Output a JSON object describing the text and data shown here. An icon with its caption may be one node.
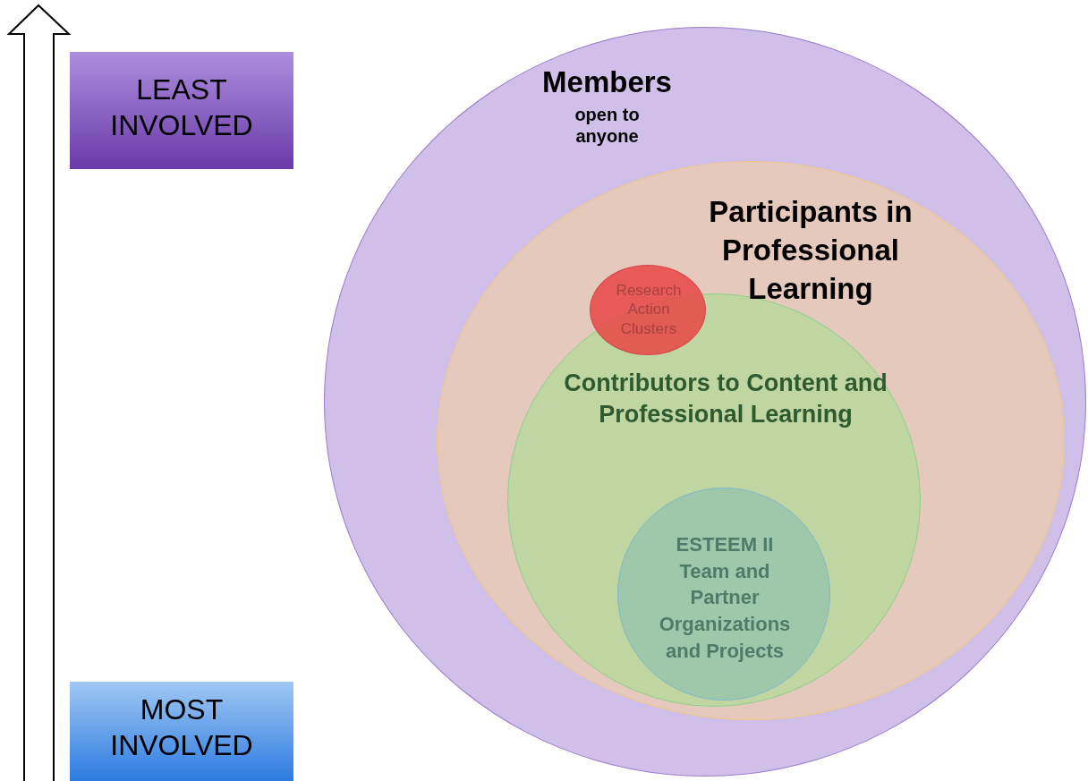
{
  "diagram": {
    "nodes": [
      {
        "text": [
          "Members",
          "open to anyone"
        ]
      },
      {
        "text": [
          "Participants in Professional Learning"
        ],
        "in": 0
      },
      {
        "text": [
          "Contributors to Content and Professional Learning"
        ],
        "in": 1
      },
      {
        "text": [
          "Research Action Clusters"
        ],
        "in": 1
      },
      {
        "text": [
          "ESTEEM II Team and Partner Organizations and Projects"
        ],
        "in": 2
      },
      {
        "text": [
          "LEAST INVOLVED"
        ]
      },
      {
        "text": [
          "MOST INVOLVED"
        ]
      }
    ],
    "edges": []
  }
}
